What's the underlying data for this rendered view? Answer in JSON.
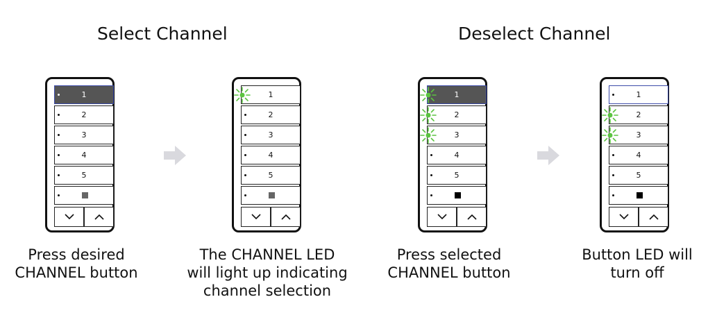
{
  "sections": {
    "select_title": "Select Channel",
    "deselect_title": "Deselect Channel"
  },
  "remote": {
    "channel_labels": [
      "1",
      "2",
      "3",
      "4",
      "5"
    ],
    "down_icon": "chevron-down-icon",
    "up_icon": "chevron-up-icon"
  },
  "steps": [
    {
      "caption": [
        "Press desired",
        "CHANNEL button"
      ]
    },
    {
      "caption": [
        "The CHANNEL LED",
        "will light up indicating",
        "channel selection"
      ]
    },
    {
      "caption": [
        "Press selected",
        "CHANNEL button"
      ]
    },
    {
      "caption": [
        "Button LED will",
        "turn off"
      ]
    }
  ],
  "colors": {
    "selected_button": "#555555",
    "led_green": "#5cc441",
    "outline_blue": "#3b4aa8",
    "flow_arrow": "#d9d9de"
  }
}
